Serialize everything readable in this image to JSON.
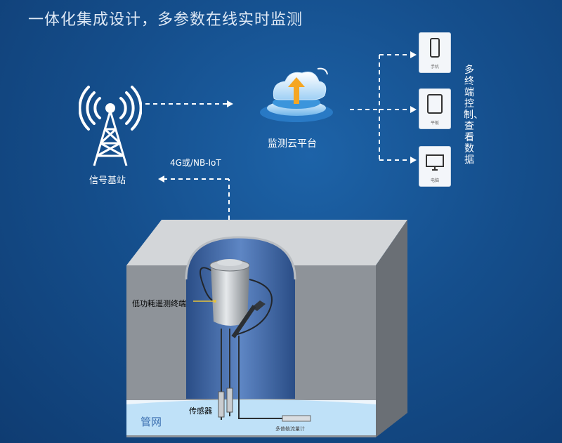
{
  "title": "一体化集成设计，多参数在线实时监测",
  "base_station": {
    "label": "信号基站",
    "icon": "radio-tower-icon"
  },
  "link_label": "4G或/NB-IoT",
  "cloud": {
    "label": "监测云平台",
    "icon": "cloud-upload-icon"
  },
  "devices": [
    {
      "label": "手机",
      "icon": "phone-icon"
    },
    {
      "label": "平板",
      "icon": "tablet-icon"
    },
    {
      "label": "电脑",
      "icon": "monitor-icon"
    }
  ],
  "terminal_control_label": "多终端控制、查看数据",
  "well": {
    "terminal_label": "低功耗遥测终端",
    "sensor_label": "传感器",
    "pipe_label": "管网",
    "flowmeter_label": "多普勒流量计"
  },
  "colors": {
    "background": "#154f8d",
    "concrete": "#8e9399",
    "water": "#bfe1f8",
    "accent": "#f5a623"
  }
}
